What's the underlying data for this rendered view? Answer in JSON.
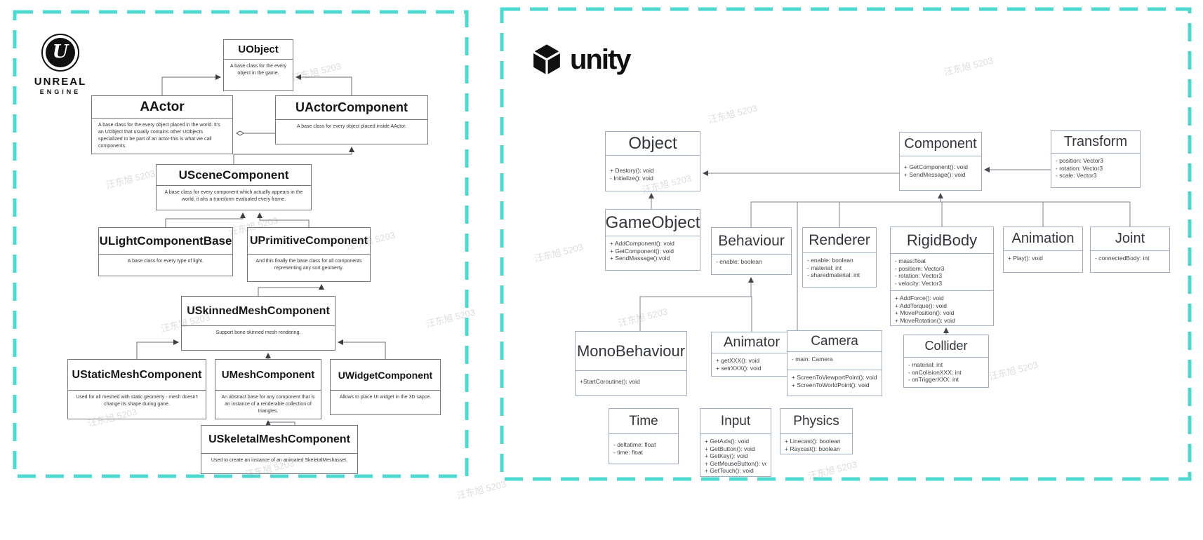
{
  "watermark": "汪东旭 5203",
  "colors": {
    "panel_border": "#4dd8d0",
    "left_box_border": "#74787e",
    "right_box_border": "#a0aec0",
    "wire": "#6a6e74",
    "arrow": "#3c3c3c"
  },
  "left_panel": {
    "logo": {
      "monogram": "U",
      "brand": "UNREAL",
      "sub": "ENGINE"
    },
    "classes": [
      {
        "id": "uobject",
        "title": "UObject",
        "sections": [
          {
            "lines": [
              "A base class for the every object in the game."
            ]
          }
        ]
      },
      {
        "id": "aactor",
        "title": "AActor",
        "sections": [
          {
            "lines": [
              "A base class for the every object placed in the world. It's an UObject that usually contains other UObjects specialized to be part of an actor-this is what we call components."
            ]
          }
        ]
      },
      {
        "id": "uactorcomponent",
        "title": "UActorComponent",
        "sections": [
          {
            "lines": [
              "A base class for every object placed inside AActor."
            ]
          }
        ]
      },
      {
        "id": "uscenecomponent",
        "title": "USceneComponent",
        "sections": [
          {
            "lines": [
              "A base class for every component which actually appears in the world, it ahs a transform evaluated every frame."
            ]
          }
        ]
      },
      {
        "id": "ulightcomponentbase",
        "title": "ULightComponentBase",
        "sections": [
          {
            "lines": [
              "A base class for every type of light."
            ]
          }
        ]
      },
      {
        "id": "uprimitivecomponent",
        "title": "UPrimitiveComponent",
        "sections": [
          {
            "lines": [
              "And this finally the base class for all components representing any sort geomerty."
            ]
          }
        ]
      },
      {
        "id": "uskinnedmeshcomponent",
        "title": "USkinnedMeshComponent",
        "sections": [
          {
            "lines": [
              "Support bone skinned mesh rendering."
            ]
          }
        ]
      },
      {
        "id": "ustaticmeshcomponent",
        "title": "UStaticMeshComponent",
        "sections": [
          {
            "lines": [
              "Used for all meshed with static geomerty - mesh doesn't change its shape during gane."
            ]
          }
        ]
      },
      {
        "id": "umeshcomponent",
        "title": "UMeshComponent",
        "sections": [
          {
            "lines": [
              "An abstract base for any component that is an instance of a renderable collection of triangles."
            ]
          }
        ]
      },
      {
        "id": "uwidgetcomponent",
        "title": "UWidgetComponent",
        "sections": [
          {
            "lines": [
              "Allows to place UI widget in the 3D sapce."
            ]
          }
        ]
      },
      {
        "id": "uskeletalmeshcomponent",
        "title": "USkeletalMeshComponent",
        "sections": [
          {
            "lines": [
              "Used to create an instance of an animated SkeletalMeshasset."
            ]
          }
        ]
      }
    ]
  },
  "right_panel": {
    "logo": {
      "brand": "unity"
    },
    "classes": [
      {
        "id": "object",
        "title": "Object",
        "sections": [
          {
            "lines": [
              "+  Destory(): void",
              "-  Initialize(): void"
            ]
          }
        ]
      },
      {
        "id": "component",
        "title": "Component",
        "sections": [
          {
            "lines": [
              "+  GetComponent(): void",
              "+  SendMessage(): void"
            ]
          }
        ]
      },
      {
        "id": "transform",
        "title": "Transform",
        "sections": [
          {
            "lines": [
              "- position: Vector3",
              "- rotation: Vector3",
              "- scale: Vector3"
            ]
          }
        ]
      },
      {
        "id": "gameobject",
        "title": "GameObject",
        "sections": [
          {
            "lines": [
              "+ AddComponent(): void",
              "+ GetComponent(): void",
              "+ SendMassage():void"
            ]
          }
        ]
      },
      {
        "id": "behaviour",
        "title": "Behaviour",
        "sections": [
          {
            "lines": [
              "- enable: boolean"
            ]
          }
        ]
      },
      {
        "id": "renderer",
        "title": "Renderer",
        "sections": [
          {
            "lines": [
              "- enable: boolean",
              "- material: int",
              "- sharedmaterial: int"
            ]
          }
        ]
      },
      {
        "id": "rigidbody",
        "title": "RigidBody",
        "sections": [
          {
            "lines": [
              "- mass:float",
              "- positiom: Vector3",
              "- rotation: Vector3",
              "- velocity: Vector3"
            ]
          },
          {
            "lines": [
              "+ AddForce(): void",
              "+ AddTorque(): void",
              "+ MovePosition(): void",
              "+ MoveRotation(): void"
            ]
          }
        ]
      },
      {
        "id": "animation",
        "title": "Animation",
        "sections": [
          {
            "lines": [
              "+ Play(): void"
            ]
          }
        ]
      },
      {
        "id": "joint",
        "title": "Joint",
        "sections": [
          {
            "lines": [
              "- connectedBody: int"
            ]
          }
        ]
      },
      {
        "id": "monobehaviour",
        "title": "MonoBehaviour",
        "sections": [
          {
            "lines": [
              "+StartCoroutine(): void"
            ]
          }
        ]
      },
      {
        "id": "animator",
        "title": "Animator",
        "sections": [
          {
            "lines": [
              "+ getXXX(): void",
              "+ setrXXX(): void"
            ]
          }
        ]
      },
      {
        "id": "camera",
        "title": "Camera",
        "sections": [
          {
            "lines": [
              "- main: Camera"
            ]
          },
          {
            "lines": [
              "+ ScreenToViewportPoint(): void",
              "+ ScreenToWorldPoint(): void"
            ]
          }
        ]
      },
      {
        "id": "collider",
        "title": "Collider",
        "sections": [
          {
            "lines": [
              "- material: int",
              "- onColisionXXX: int",
              "- onTriggerXXX: int"
            ]
          }
        ]
      },
      {
        "id": "time",
        "title": "Time",
        "sections": [
          {
            "lines": [
              "- deltatime: float",
              "- time: float"
            ]
          }
        ]
      },
      {
        "id": "input",
        "title": "Input",
        "sections": [
          {
            "lines": [
              "+ GetAxis(): void",
              "+ GetButton(): void",
              "+ GetKey(): void",
              "+ GetMouseButton(): void",
              "+ GetTouch(): void"
            ]
          }
        ]
      },
      {
        "id": "physics",
        "title": "Physics",
        "sections": [
          {
            "lines": [
              "+ Linecast(): boolean",
              "+ Raycast(): boolean"
            ]
          }
        ]
      }
    ]
  }
}
